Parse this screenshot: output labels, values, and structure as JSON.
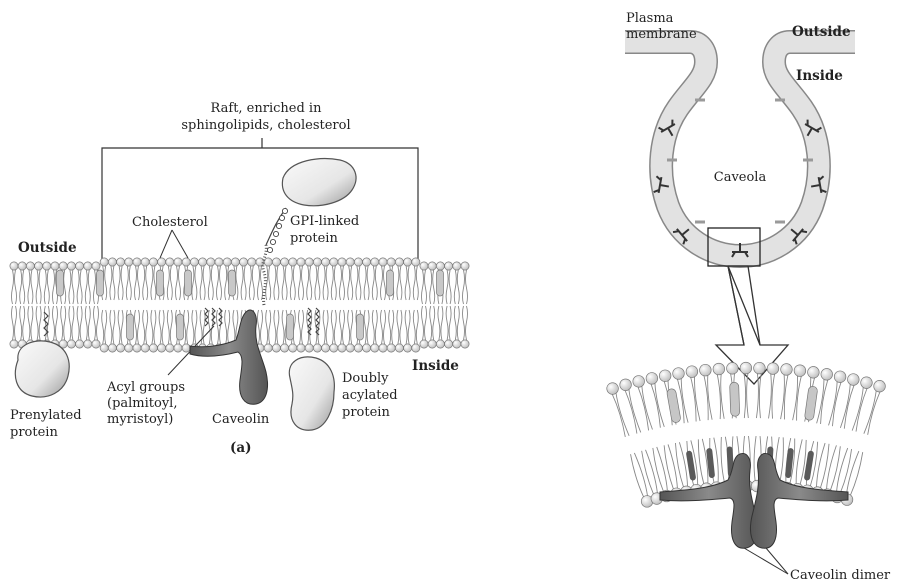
{
  "panel_a": {
    "raft_label": [
      "Raft, enriched in",
      "sphingolipids, cholesterol"
    ],
    "cholesterol": "Cholesterol",
    "gpi": [
      "GPI-linked",
      "protein"
    ],
    "outside": "Outside",
    "inside": "Inside",
    "acyl": [
      "Acyl groups",
      "(palmitoyl,",
      "myristoyl)"
    ],
    "caveolin": "Caveolin",
    "doubly": [
      "Doubly",
      "acylated",
      "protein"
    ],
    "prenylated": [
      "Prenylated",
      "protein"
    ],
    "panel_letter": "(a)"
  },
  "panel_b": {
    "plasma": [
      "Plasma",
      "membrane"
    ],
    "outside": "Outside",
    "inside": "Inside",
    "caveola": "Caveola",
    "dimer": "Caveolin dimer"
  },
  "colors": {
    "lipid_head": "#e4e4e4",
    "membrane_band": "#d6d6d6",
    "protein_fill": "#ececec",
    "caveolin_fill": "#6f6f6f",
    "line": "#333333"
  }
}
